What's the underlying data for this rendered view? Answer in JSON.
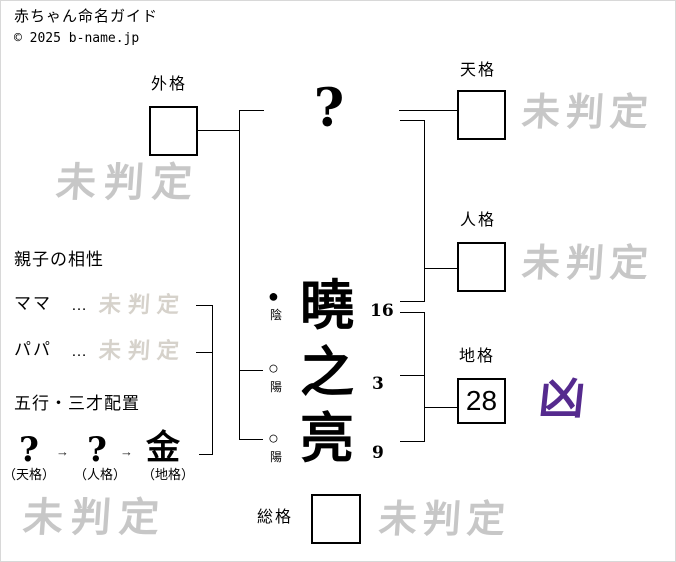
{
  "header": {
    "title": "赤ちゃん命名ガイド",
    "copyright": "© 2025 b-name.jp"
  },
  "grids": {
    "gaikaku": {
      "label": "外格",
      "value": "",
      "status": "未判定"
    },
    "tenkaku": {
      "label": "天格",
      "value": "",
      "status": "未判定"
    },
    "jinkaku": {
      "label": "人格",
      "value": "",
      "status": "未判定"
    },
    "chikaku": {
      "label": "地格",
      "value": "28",
      "status": "凶"
    },
    "soukaku": {
      "label": "総格",
      "value": "",
      "status": "未判定"
    }
  },
  "watermarks": {
    "bottom_left": "未判定"
  },
  "name": {
    "surname_char": "?",
    "given": [
      {
        "char": "曉",
        "strokes": "16",
        "polarity_mark": "●",
        "polarity": "陰"
      },
      {
        "char": "之",
        "strokes": "3",
        "polarity_mark": "○",
        "polarity": "陽"
      },
      {
        "char": "亮",
        "strokes": "9",
        "polarity_mark": "○",
        "polarity": "陽"
      }
    ]
  },
  "compatibility": {
    "heading": "親子の相性",
    "rows": [
      {
        "label": "ママ",
        "separator": "…",
        "value": "未判定"
      },
      {
        "label": "パパ",
        "separator": "…",
        "value": "未判定"
      }
    ]
  },
  "five_elements": {
    "heading": "五行・三才配置",
    "arrow": "→",
    "items": [
      {
        "value": "?",
        "label": "（天格）"
      },
      {
        "value": "?",
        "label": "（人格）"
      },
      {
        "value": "金",
        "label": "（地格）"
      }
    ]
  },
  "colors": {
    "bad_luck_purple": "#552a8e",
    "watermark_gray": "#c7c7c7",
    "watermark_light_gray": "#d6d2cb"
  }
}
